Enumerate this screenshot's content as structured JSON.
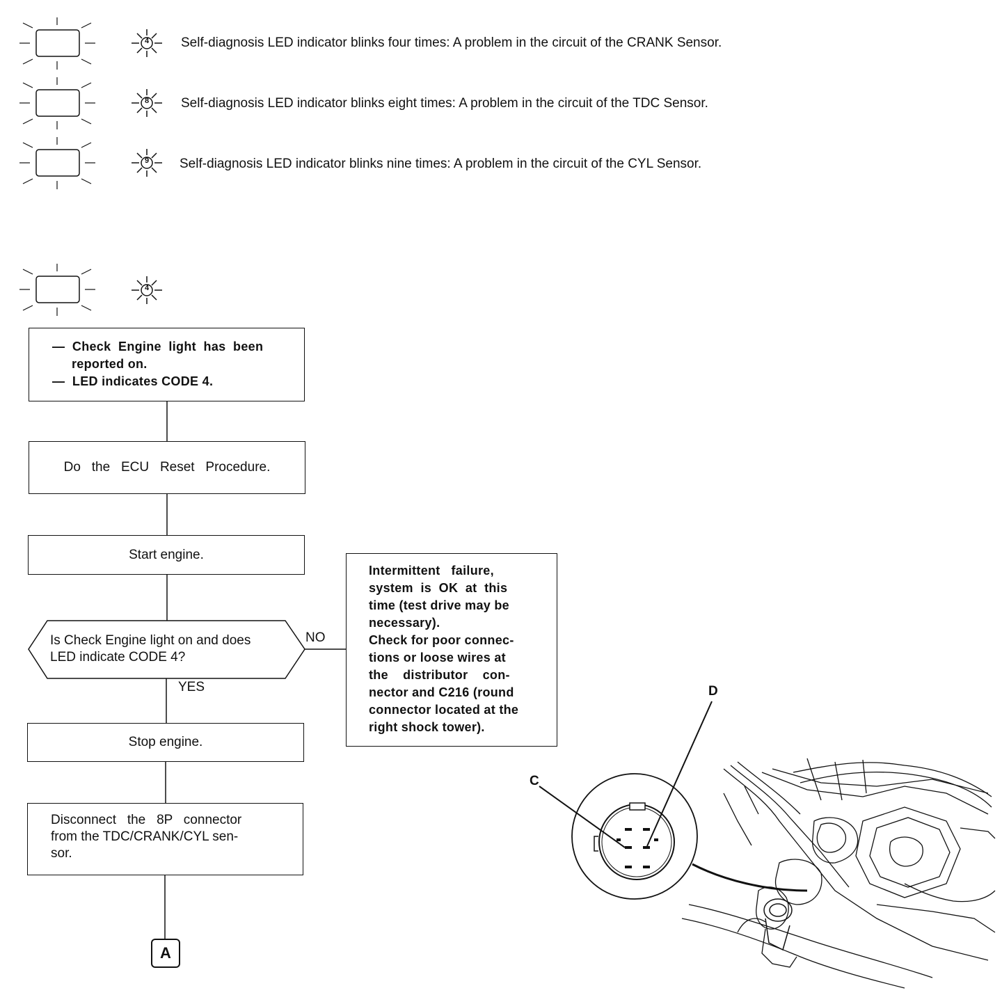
{
  "codes": [
    {
      "number": "4",
      "text": "Self-diagnosis LED indicator blinks four times: A problem in the  circuit of the CRANK Sensor."
    },
    {
      "number": "8",
      "text": "Self-diagnosis LED indicator blinks eight times: A problem in the  circuit of the TDC Sensor."
    },
    {
      "number": "9",
      "text": "Self-diagnosis LED indicator blinks nine times: A problem in the  circuit of the CYL Sensor."
    }
  ],
  "flow_header": {
    "number": "4"
  },
  "flowchart": {
    "step1": {
      "line1": "—  Check  Engine  light  has  been",
      "line2": "reported on.",
      "line3": "—  LED indicates CODE 4."
    },
    "step2": {
      "text": "Do   the   ECU   Reset   Procedure."
    },
    "step3": {
      "text": "Start engine."
    },
    "decision": {
      "line1": "Is Check Engine light on and does",
      "line2": "LED indicate CODE 4?"
    },
    "no_label": "NO",
    "yes_label": "YES",
    "no_box": {
      "lines": [
        "Intermittent   failure,",
        "system  is  OK  at  this",
        "time (test drive may be",
        "necessary).",
        "Check for poor connec-",
        "tions or loose wires at",
        "the    distributor    con-",
        "nector and C216 (round",
        "connector located at the",
        "right shock tower)."
      ]
    },
    "step4": {
      "text": "Stop engine."
    },
    "step5": {
      "line1": "Disconnect   the   8P   connector",
      "line2": "from the TDC/CRANK/CYL sen-",
      "line3": "sor."
    },
    "connector_ref": "A"
  },
  "illustration": {
    "label_c": "C",
    "label_d": "D"
  }
}
